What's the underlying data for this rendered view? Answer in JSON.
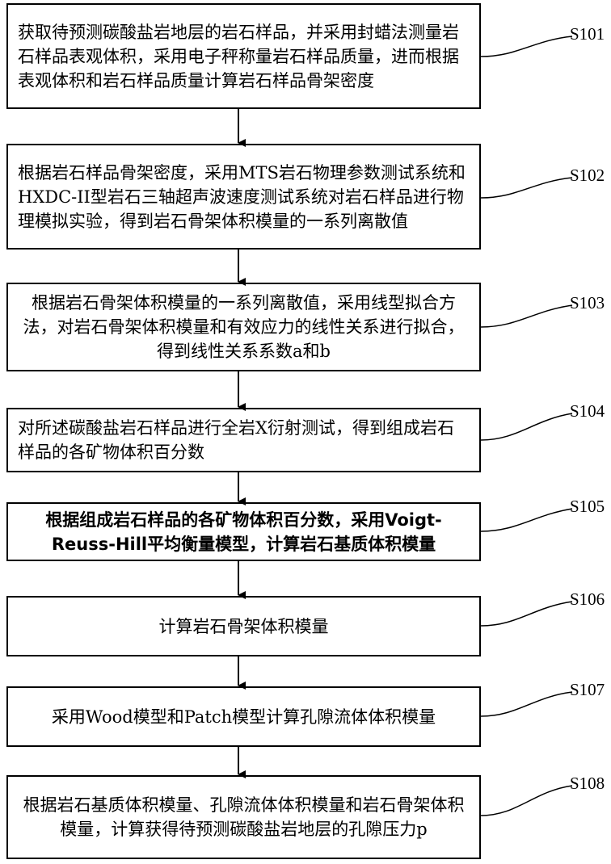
{
  "steps": [
    {
      "id": "S101",
      "text": "获取待预测碳酸盐岩地层的岩石样品，并采用封蜡法测量岩石样品表观体积，采用电子秤称量岩石样品质量，进而根据表观体积和岩石样品质量计算岩石样品骨架密度"
    },
    {
      "id": "S102",
      "text": "根据岩石样品骨架密度，采用MTS岩石物理参数测试系统和HXDC-II型岩石三轴超声波速度测试系统对岩石样品进行物理模拟实验，得到岩石骨架体积模量的一系列离散值"
    },
    {
      "id": "S103",
      "text": "根据岩石骨架体积模量的一系列离散值，采用线型拟合方法，对岩石骨架体积模量和有效应力的线性关系进行拟合，得到线性关系系数a和b"
    },
    {
      "id": "S104",
      "text": "对所述碳酸盐岩石样品进行全岩X衍射测试，得到组成岩石样品的各矿物体积百分数"
    },
    {
      "id": "S105",
      "text": "根据组成岩石样品的各矿物体积百分数，采用Voigt-Reuss-Hill平均衡量模型，计算岩石基质体积模量"
    },
    {
      "id": "S106",
      "text": "计算岩石骨架体积模量"
    },
    {
      "id": "S107",
      "text": "采用Wood模型和Patch模型计算孔隙流体体积模量"
    },
    {
      "id": "S108",
      "text": "根据岩石基质体积模量、孔隙流体体积模量和岩石骨架体积模量，计算获得待预测碳酸盐岩地层的孔隙压力p"
    }
  ]
}
